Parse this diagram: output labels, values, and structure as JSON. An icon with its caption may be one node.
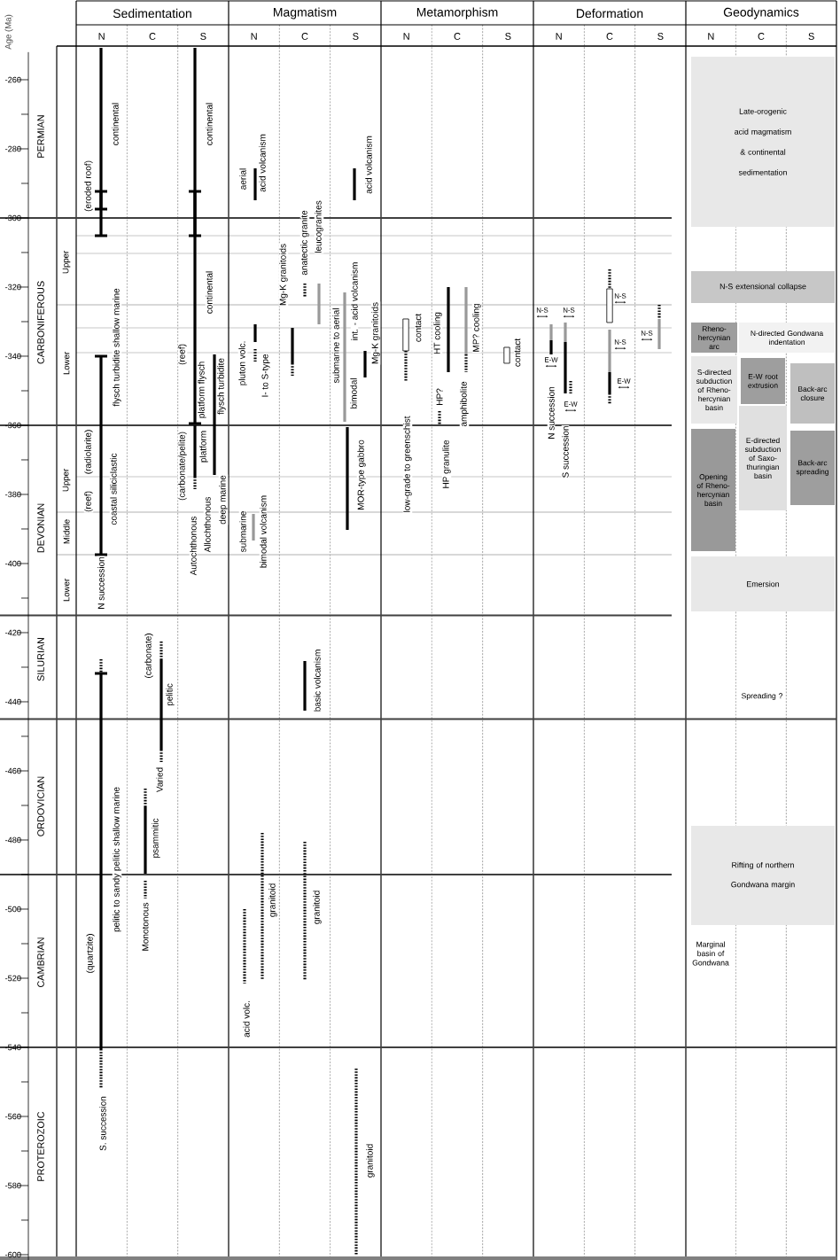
{
  "diagram": {
    "nodes": [
      {
        "text": [
          "Late-orogenic acid magmatism & continental sedimentation"
        ]
      },
      {
        "text": [
          "N-S extensional collapse"
        ]
      },
      {
        "text": [
          "Rheno-hercynian arc"
        ]
      },
      {
        "text": [
          "N-directed Gondwana indentation"
        ]
      },
      {
        "text": [
          "S-directed subduction of Rheno-hercynian basin"
        ]
      },
      {
        "text": [
          "E-W root extrusion"
        ]
      },
      {
        "text": [
          "Back-arc closure"
        ]
      },
      {
        "text": [
          "E-directed subduction of Saxo-thuringian basin"
        ]
      },
      {
        "text": [
          "Opening of Rheno-hercynian basin"
        ]
      },
      {
        "text": [
          "Back-arc spreading"
        ]
      },
      {
        "text": [
          "Emersion"
        ]
      },
      {
        "text": [
          "Rifting of northern Gondwana margin"
        ]
      }
    ],
    "labels": [
      "Age (Ma)",
      "Sedimentation",
      "Magmatism",
      "Metamorphism",
      "Deformation",
      "Geodynamics",
      "N",
      "C",
      "S",
      "N",
      "C",
      "S",
      "N",
      "C",
      "S",
      "N",
      "C",
      "S",
      "N",
      "C",
      "S",
      "-260",
      "-280",
      "-300",
      "-320",
      "-340",
      "-360",
      "-380",
      "-400",
      "-420",
      "-440",
      "-460",
      "-480",
      "-500",
      "-520",
      "-540",
      "-560",
      "-580",
      "-600",
      "PERMIAN",
      "CARBONIFEROUS",
      "DEVONIAN",
      "SILURIAN",
      "ORDOVICIAN",
      "CAMBRIAN",
      "PROTEROZOIC",
      "Upper",
      "Lower",
      "Upper",
      "Middle",
      "Lower",
      "(eroded roof)",
      "continental",
      "continental",
      "flysch turbidite shallow marine",
      "(reef)",
      "continental",
      "platform flysch",
      "flysch turbidite",
      "(radiolarite)",
      "(reef)",
      "coastal siliciclastic",
      "N succession",
      "(carbonate/pelite)",
      "Autochthonous",
      "platform",
      "Allochthonous",
      "deep marine",
      "(carbonate)",
      "pelitic",
      "Varied",
      "psammitic",
      "pelitic to sandy pelitic shallow marine",
      "Monotonous",
      "(quartzite)",
      "S. succession",
      "aerial",
      "acid volcanism",
      "acid volcanism",
      "pluton volc.",
      "I- to S-type",
      "Mg-K granitoids",
      "anatectic granite",
      "leucogranites",
      "submarine to aerial",
      "bimodal",
      "int. - acid volcanism",
      "Mg-K granitoids",
      "submarine",
      "bimodal volcanism",
      "MOR-type gabbro",
      "basic volcanism",
      "acid volc.",
      "granitoid",
      "granitoid",
      "granitoid",
      "contact",
      "low-grade to greenschist",
      "HT cooling",
      "HP?",
      "HP granulite",
      "amphibolite",
      "MP? cooling",
      "contact",
      "N-S",
      "E-W",
      "N-S",
      "E-W",
      "N succession",
      "S succession",
      "N-S",
      "N-S",
      "E-W",
      "N-S",
      "Spreading ?",
      "Marginal basin of Gondwana"
    ]
  }
}
